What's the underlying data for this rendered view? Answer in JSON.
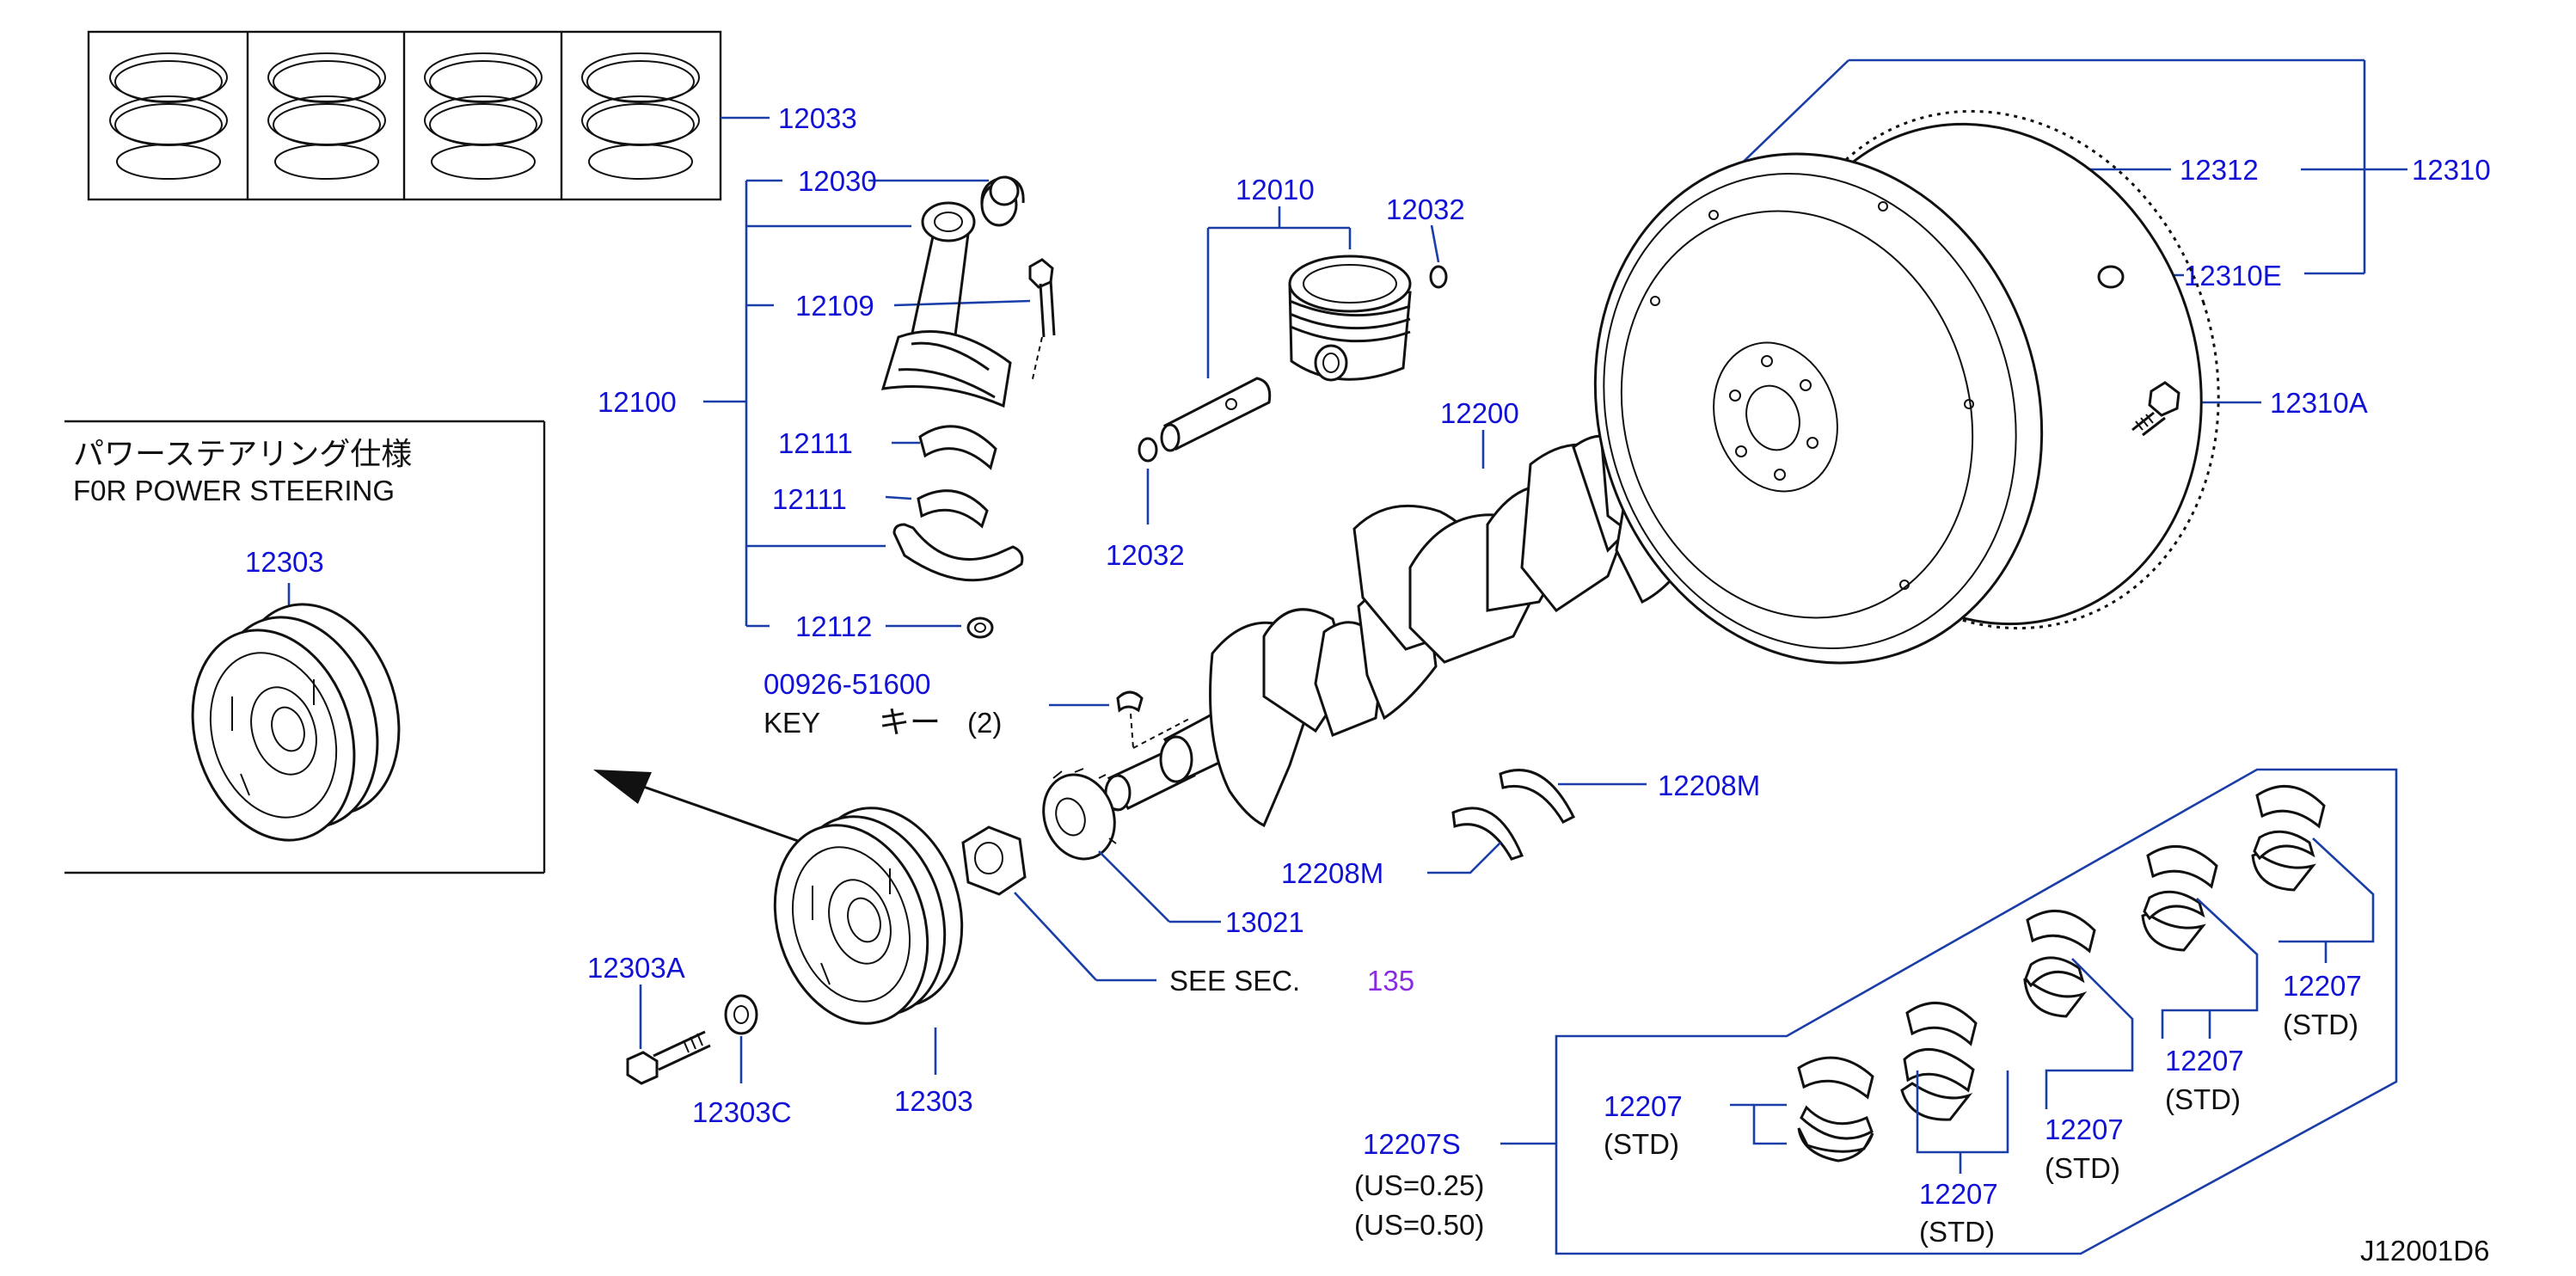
{
  "colors": {
    "label": "#1212d6",
    "leader": "#1a3ea8",
    "drawing": "#111111",
    "section_ref": "#8a2be2"
  },
  "inset": {
    "title_jp": "パワーステアリング仕様",
    "title_en": "F0R   POWER   STEERING",
    "part": "12303"
  },
  "labels": {
    "rings": "12033",
    "conrod_bush": "12030",
    "conrod_bolt": "12109",
    "conrod_assy": "12100",
    "bearing_upper": "12111",
    "bearing_lower": "12111",
    "conrod_nut": "12112",
    "key_part": "00926-51600",
    "key_en": "KEY",
    "key_jp": "キー",
    "key_qty": "(2)",
    "piston": "12010",
    "snap_ring_top": "12032",
    "snap_ring_bottom": "12032",
    "crankshaft": "12200",
    "ring_gear": "12312",
    "flywheel": "12310",
    "dowel": "12310E",
    "flywheel_bolt": "12310A",
    "thrust_upper": "12208M",
    "thrust_lower": "12208M",
    "sprocket": "13021",
    "see_sec": "SEE    SEC.",
    "see_sec_num": "135",
    "pulley_bolt": "12303A",
    "washer": "12303C",
    "pulley": "12303",
    "main_bearing_set": "12207S",
    "us_025": "(US=0.25)",
    "us_050": "(US=0.50)",
    "std": "(STD)",
    "main_bearing": "12207",
    "diagram_id": "J12001D6"
  }
}
